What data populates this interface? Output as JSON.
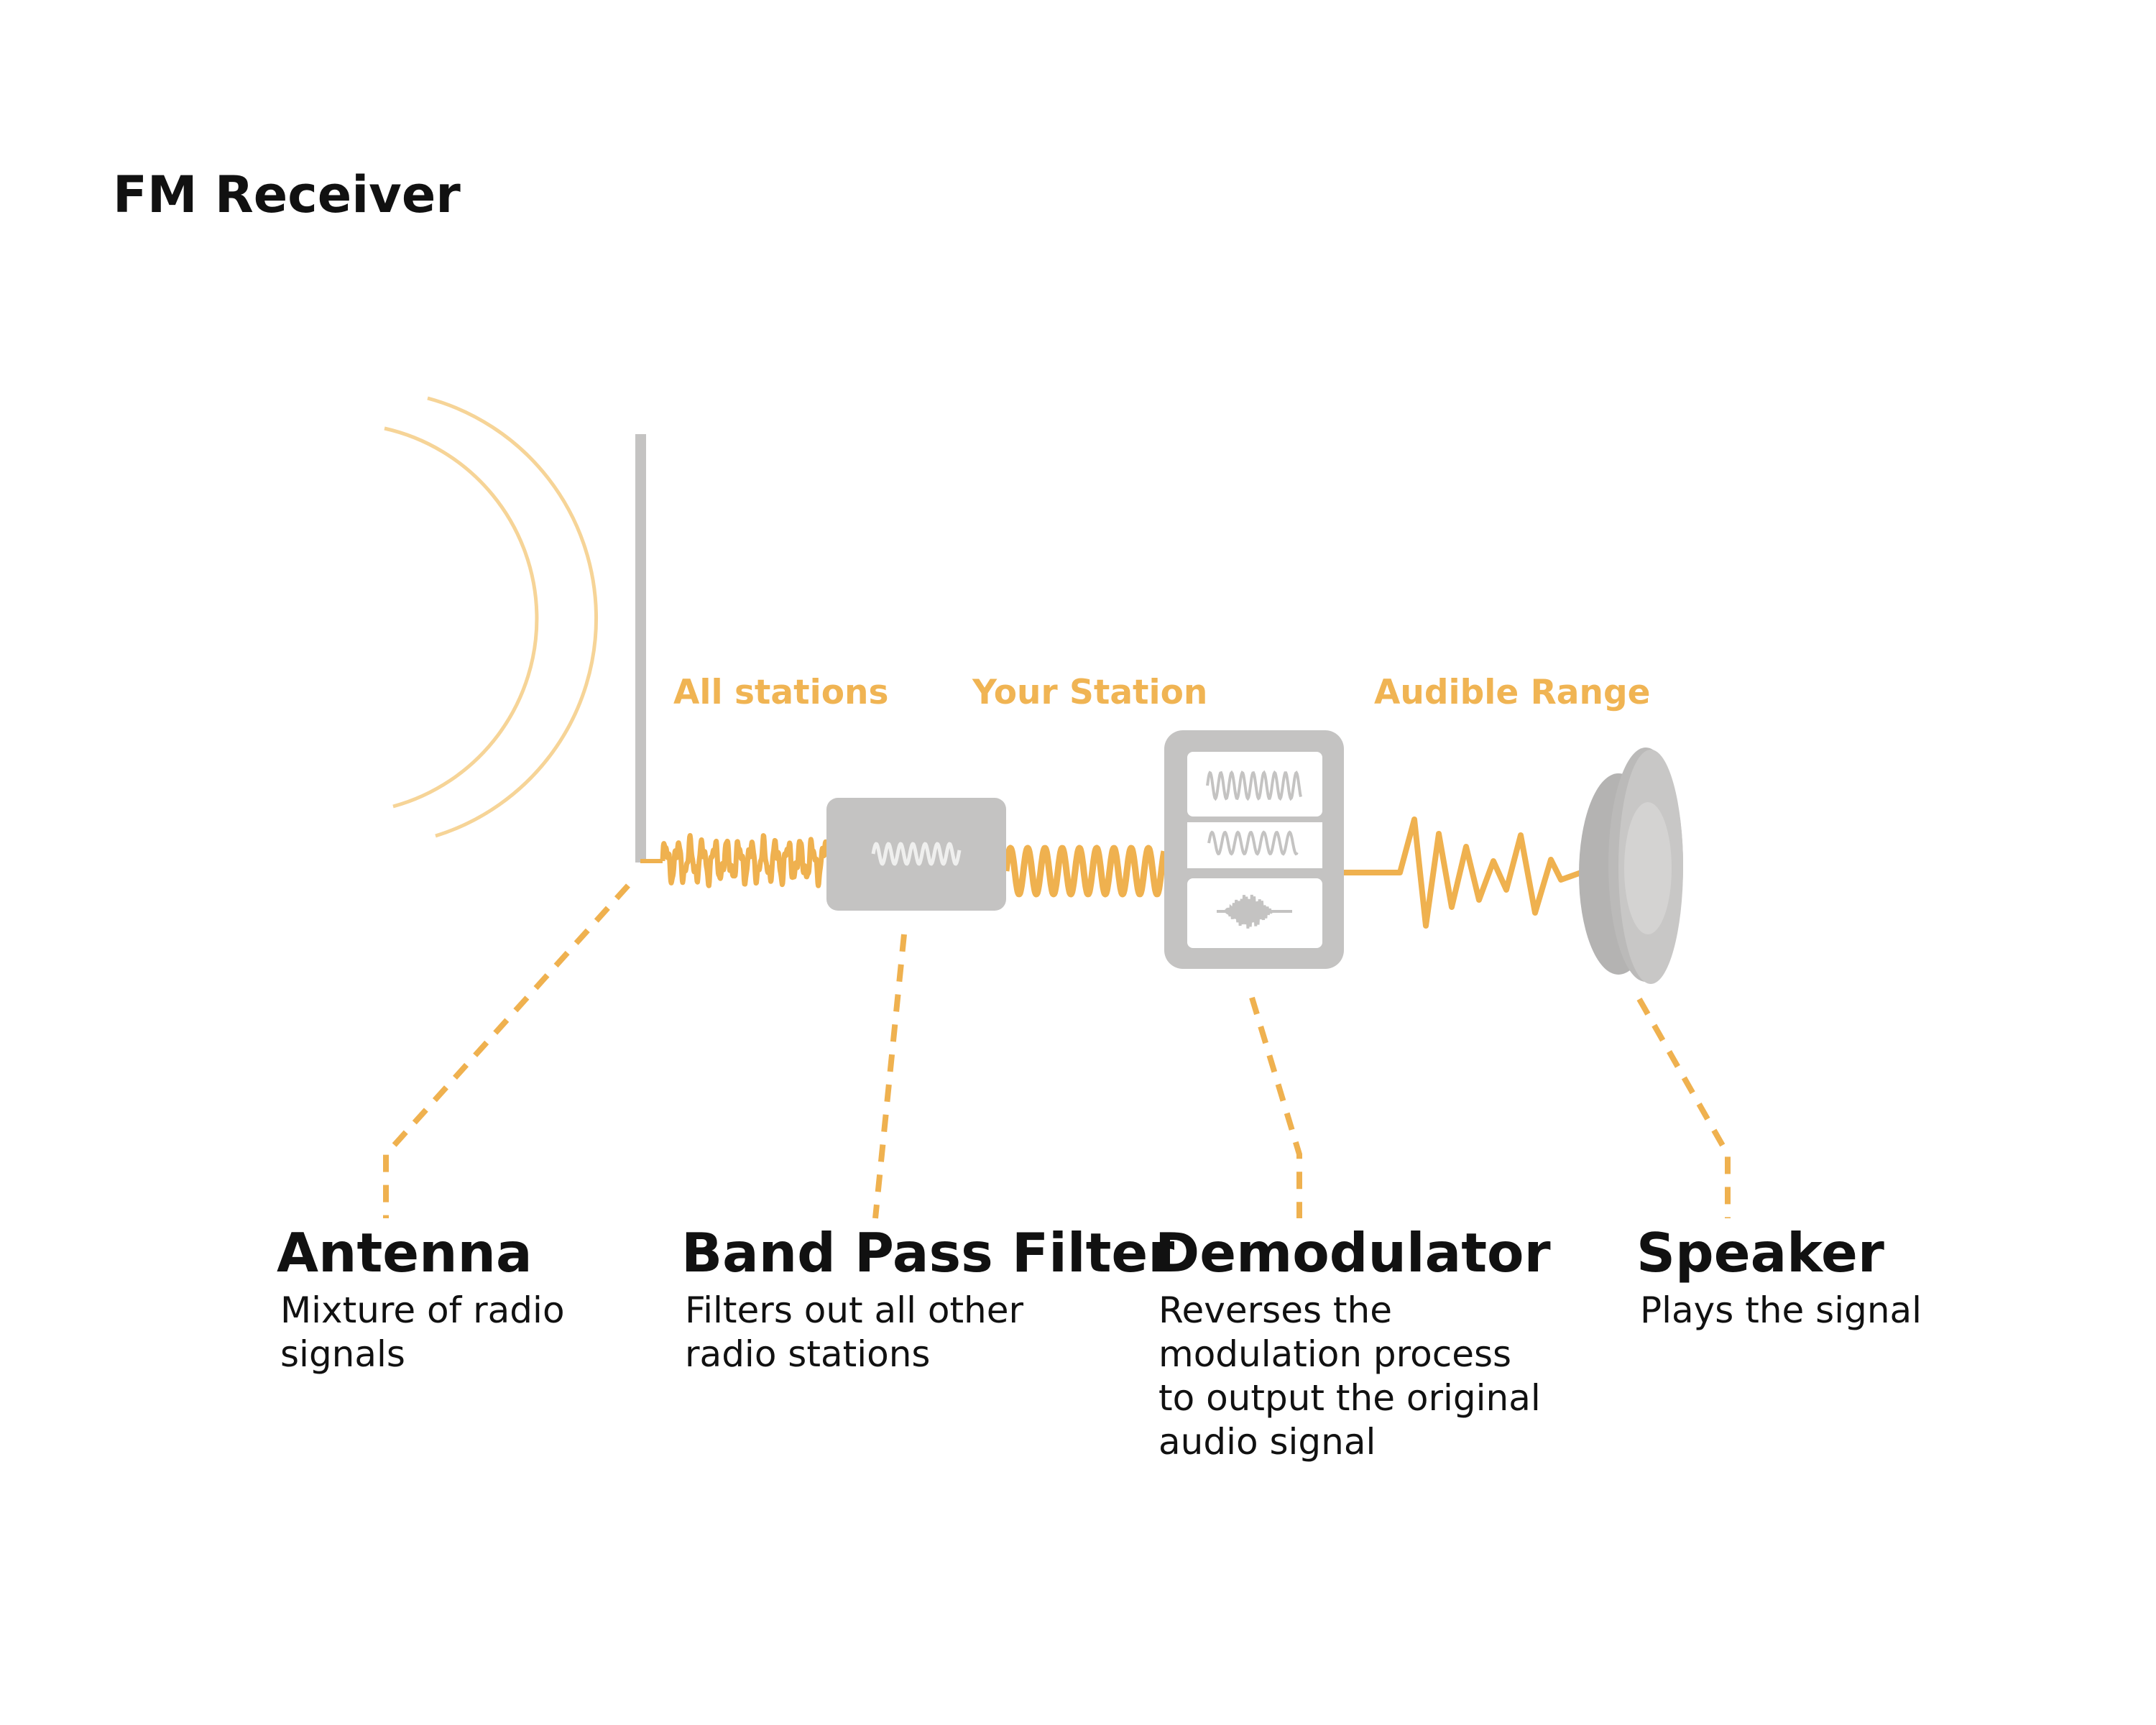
{
  "title": "FM Receiver",
  "signal_labels": {
    "all_stations": "All stations",
    "your_station": "Your Station",
    "audible_range": "Audible Range"
  },
  "components": [
    {
      "name": "Antenna",
      "description": "Mixture of radio signals"
    },
    {
      "name": "Band Pass Filter",
      "description": "Filters out all other radio stations"
    },
    {
      "name": "Demodulator",
      "description": "Reverses the modulation process to output the original audio signal"
    },
    {
      "name": "Speaker",
      "description": "Plays the signal"
    }
  ],
  "colors": {
    "signal": "#efb14f",
    "radio_wave": "#f6d497",
    "component_gray": "#c4c3c2",
    "text": "#111111"
  }
}
